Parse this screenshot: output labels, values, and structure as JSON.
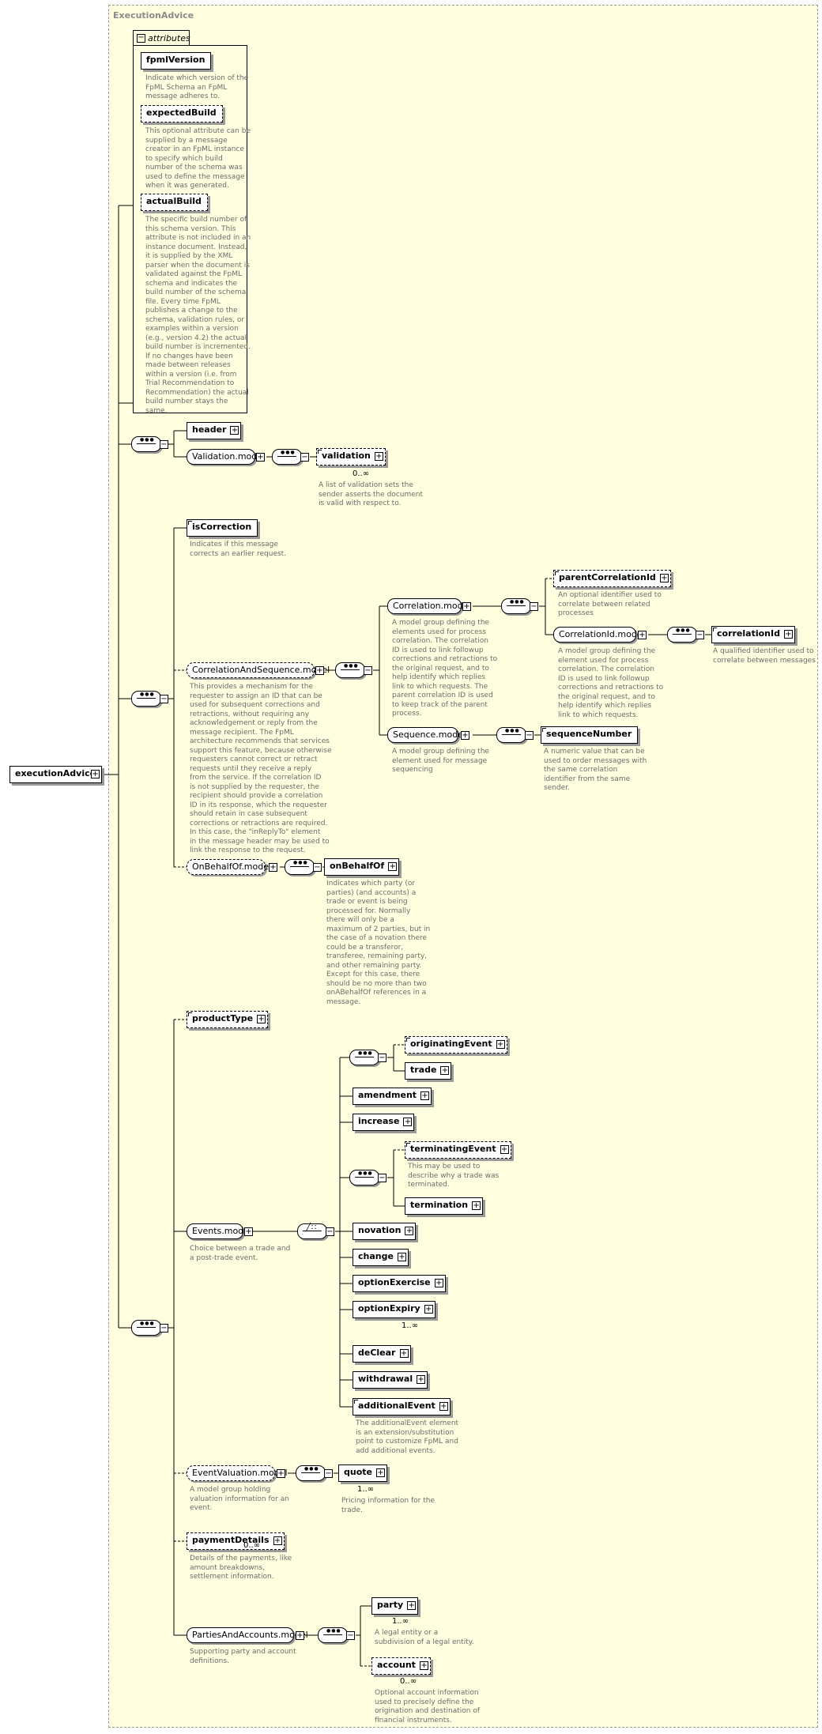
{
  "frame_title": "ExecutionAdvice",
  "root": {
    "label": "executionAdvice"
  },
  "attributes": {
    "tab_label": "attributes",
    "items": [
      {
        "label": "fpmlVersion",
        "desc": "Indicate which version of the\nFpML Schema an FpML\nmessage adheres to."
      },
      {
        "label": "expectedBuild",
        "desc": "This optional attribute can be\nsupplied by a message\ncreator in an FpML instance\nto specify which build\nnumber of the schema was\nused to define the message\nwhen it was generated."
      },
      {
        "label": "actualBuild",
        "desc": "The specific build number of\nthis schema version. This\nattribute is not included in an\ninstance document. Instead,\nit is supplied by the XML\nparser when the document is\nvalidated against the FpML\nschema and indicates the\nbuild number of the schema\nfile. Every time FpML\npublishes a change to the\nschema, validation rules, or\nexamples within a version\n(e.g., version 4.2) the actual\nbuild number is incremented.\nIf no changes have been\nmade between releases\nwithin a version (i.e. from\nTrial Recommendation to\nRecommendation) the actual\nbuild number stays the\nsame."
      }
    ]
  },
  "header": {
    "label": "header"
  },
  "validation_model": {
    "label": "Validation.model"
  },
  "validation": {
    "label": "validation",
    "occurs": "0..∞",
    "desc": "A list of validation sets the\nsender asserts the document\nis valid with respect to."
  },
  "is_correction": {
    "label": "isCorrection",
    "desc": "Indicates if this message\ncorrects an earlier request."
  },
  "correlation_and_sequence_model": {
    "label": "CorrelationAndSequence.model",
    "desc": "This provides a mechanism for the\nrequester to assign an ID that can be\nused for subsequent corrections and\nretractions, without requiring any\nacknowledgement or reply from the\nmessage recipient. The FpML\narchitecture recommends that services\nsupport this feature, because otherwise\nrequesters cannot correct or retract\nrequests until they receive a reply\nfrom the service. If the correlation ID\nis not supplied by the requester, the\nrecipient should provide a correlation\nID in its response, which the requester\nshould retain in case subsequent\ncorrections or retractions are required.\nIn this case, the \"inReplyTo\" element\nin the message header may be used to\nlink the response to the request."
  },
  "correlation_model": {
    "label": "Correlation.model",
    "desc": "A model group defining the\nelements used for process\ncorrelation. The correlation\nID is used to link followup\ncorrections and retractions to\nthe original request, and to\nhelp identify which replies\nlink to which requests. The\nparent correlation ID is used\nto keep track of the parent\nprocess."
  },
  "parent_correlation_id": {
    "label": "parentCorrelationId",
    "desc": "An optional identifier used to\ncorrelate between related\nprocesses"
  },
  "correlation_id_model": {
    "label": "CorrelationId.model",
    "desc": "A model group defining the\nelement used for process\ncorrelation. The correlation\nID is used to link followup\ncorrections and retractions to\nthe original request, and to\nhelp identify which replies\nlink to which requests."
  },
  "correlation_id": {
    "label": "correlationId",
    "desc": "A qualified identifier used to\ncorrelate between messages"
  },
  "sequence_model": {
    "label": "Sequence.model",
    "desc": "A model group defining the\nelement used for message\nsequencing"
  },
  "sequence_number": {
    "label": "sequenceNumber",
    "desc": "A numeric value that can be\nused to order messages with\nthe same correlation\nidentifier from the same\nsender."
  },
  "on_behalf_of_model": {
    "label": "OnBehalfOf.model"
  },
  "on_behalf_of": {
    "label": "onBehalfOf",
    "desc": "Indicates which party (or\nparties) (and accounts) a\ntrade or event is being\nprocessed for. Normally\nthere will only be a\nmaximum of 2 parties, but in\nthe case of a novation there\ncould be a transferor,\ntransferee, remaining party,\nand other remaining party.\nExcept for this case, there\nshould be no more than two\nonABehalfOf references in a\nmessage."
  },
  "product_type": {
    "label": "productType"
  },
  "events_model": {
    "label": "Events.model",
    "desc": "Choice between a trade and\na post-trade event."
  },
  "originating_event": {
    "label": "originatingEvent"
  },
  "trade": {
    "label": "trade"
  },
  "amendment": {
    "label": "amendment"
  },
  "increase": {
    "label": "increase"
  },
  "terminating_event": {
    "label": "terminatingEvent",
    "desc": "This may be used to\ndescribe why a trade was\nterminated."
  },
  "termination": {
    "label": "termination"
  },
  "novation": {
    "label": "novation"
  },
  "change": {
    "label": "change"
  },
  "option_exercise": {
    "label": "optionExercise"
  },
  "option_expiry": {
    "label": "optionExpiry",
    "occurs": "1..∞"
  },
  "de_clear": {
    "label": "deClear"
  },
  "withdrawal": {
    "label": "withdrawal"
  },
  "additional_event": {
    "label": "additionalEvent",
    "desc": "The additionalEvent element\nis an extension/substitution\npoint to customize FpML and\nadd additional events."
  },
  "event_valuation_model": {
    "label": "EventValuation.model",
    "desc": "A model group holding\nvaluation information for an\nevent."
  },
  "quote": {
    "label": "quote",
    "occurs": "1..∞",
    "desc": "Pricing information for the\ntrade."
  },
  "payment_details": {
    "label": "paymentDetails",
    "occurs": "0..∞",
    "desc": "Details of the payments, like\namount breakdowns,\nsettlement information."
  },
  "parties_and_accounts_model": {
    "label": "PartiesAndAccounts.model",
    "desc": "Supporting party and account\ndefinitions."
  },
  "party": {
    "label": "party",
    "occurs": "1..∞",
    "desc": "A legal entity or a\nsubdivision of a legal entity."
  },
  "account": {
    "label": "account",
    "occurs": "0..∞",
    "desc": "Optional account information\nused to precisely define the\norigination and destination of\nfinancial instruments."
  },
  "colors": {
    "frame_bg": "#ffffe0",
    "frame_border": "#9b9b9b",
    "desc_text": "#6b6b6b",
    "shadow": "#9a9a9a"
  }
}
